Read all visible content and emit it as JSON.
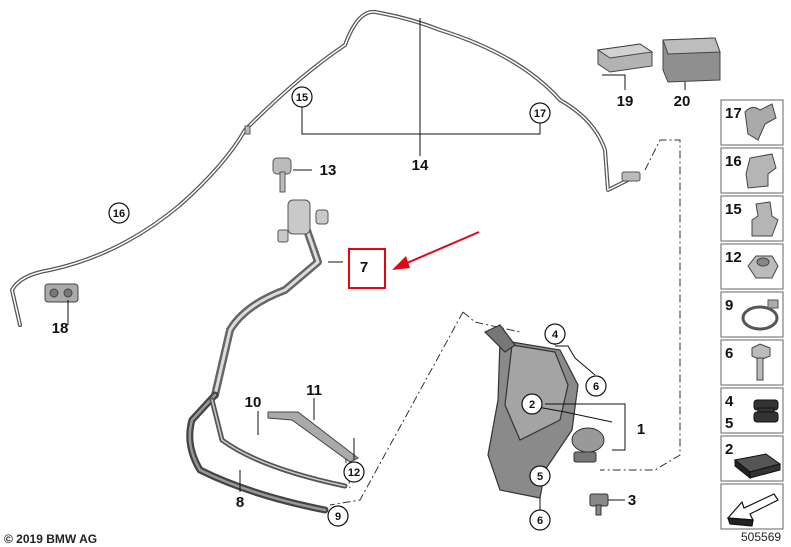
{
  "callouts": {
    "c1": "1",
    "c2": "2",
    "c3": "3",
    "c4": "4",
    "c5": "5",
    "c6a": "6",
    "c6b": "6",
    "c7": "7",
    "c8": "8",
    "c9": "9",
    "c10": "10",
    "c11": "11",
    "c12": "12",
    "c13": "13",
    "c14": "14",
    "c15": "15",
    "c16": "16",
    "c17": "17",
    "c18": "18",
    "c19": "19",
    "c20": "20"
  },
  "legend": [
    {
      "label": "17",
      "icon": "clip-icon"
    },
    {
      "label": "16",
      "icon": "holder-icon"
    },
    {
      "label": "15",
      "icon": "bracket-clip-icon"
    },
    {
      "label": "12",
      "icon": "hex-nut-icon"
    },
    {
      "label": "9",
      "icon": "hose-clamp-icon"
    },
    {
      "label": "6",
      "icon": "bolt-icon"
    },
    {
      "label": "4",
      "label2": "5",
      "icon": "rubber-grommet-icon"
    },
    {
      "label": "2",
      "icon": "foam-pad-icon"
    },
    {
      "label": "",
      "icon": "arrow-marker-icon"
    }
  ],
  "highlight": {
    "part": "7",
    "color": "#e30613"
  },
  "copyright": "© 2019 BMW AG",
  "diagram_id": "505569"
}
